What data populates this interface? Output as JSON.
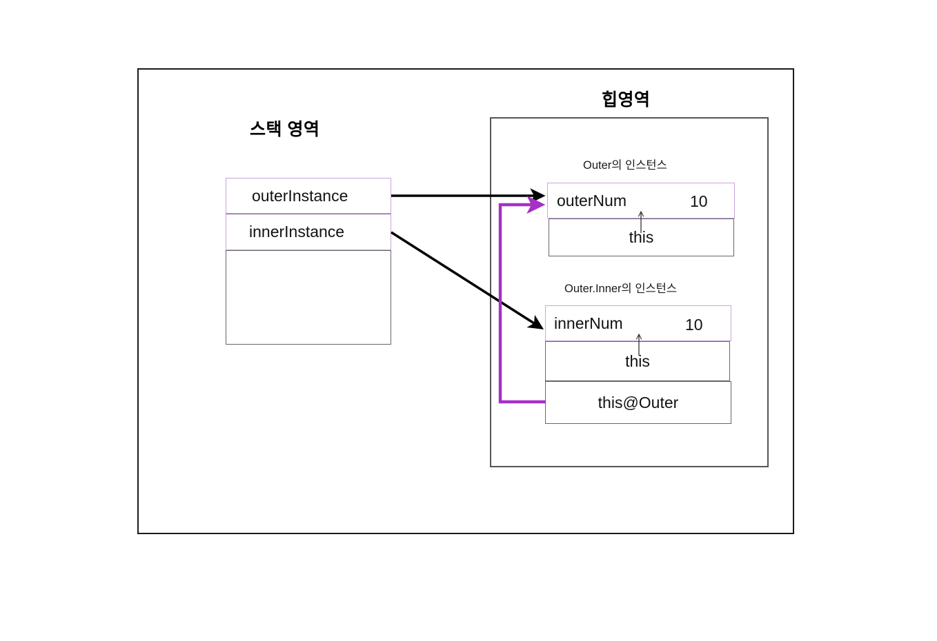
{
  "diagram": {
    "title_stack": "스택 영역",
    "title_heap": "힙영역",
    "colors": {
      "outer_frame_border": "#1a1a1a",
      "heap_frame_border": "#555555",
      "cell_purple_border": "#c9a3dd",
      "cell_divider_purple": "#8a5fae",
      "cell_gray_border": "#666666",
      "arrow_black": "#000000",
      "arrow_purple": "#a62fc8"
    }
  },
  "stack": {
    "title": "스택 영역",
    "rows": [
      {
        "label": "outerInstance"
      },
      {
        "label": "innerInstance"
      },
      {
        "label": ""
      }
    ]
  },
  "heap": {
    "title": "힙영역",
    "instances": [
      {
        "caption": "Outer의 인스턴스",
        "rows": [
          {
            "label": "outerNum",
            "value": "10"
          },
          {
            "label": "this",
            "value": ""
          }
        ]
      },
      {
        "caption": "Outer.Inner의 인스턴스",
        "rows": [
          {
            "label": "innerNum",
            "value": "10"
          },
          {
            "label": "this",
            "value": ""
          },
          {
            "label": "this@Outer",
            "value": ""
          }
        ]
      }
    ]
  },
  "arrows": [
    {
      "name": "outerInstance-to-outerNum",
      "color": "#000000",
      "kind": "straight"
    },
    {
      "name": "innerInstance-to-innerNum",
      "color": "#000000",
      "kind": "straight"
    },
    {
      "name": "thisAtOuter-to-outerNum",
      "color": "#a62fc8",
      "kind": "orthogonal"
    },
    {
      "name": "outer-this-self-reference",
      "color": "#333333",
      "kind": "short-up"
    },
    {
      "name": "inner-this-self-reference",
      "color": "#333333",
      "kind": "short-up"
    }
  ]
}
